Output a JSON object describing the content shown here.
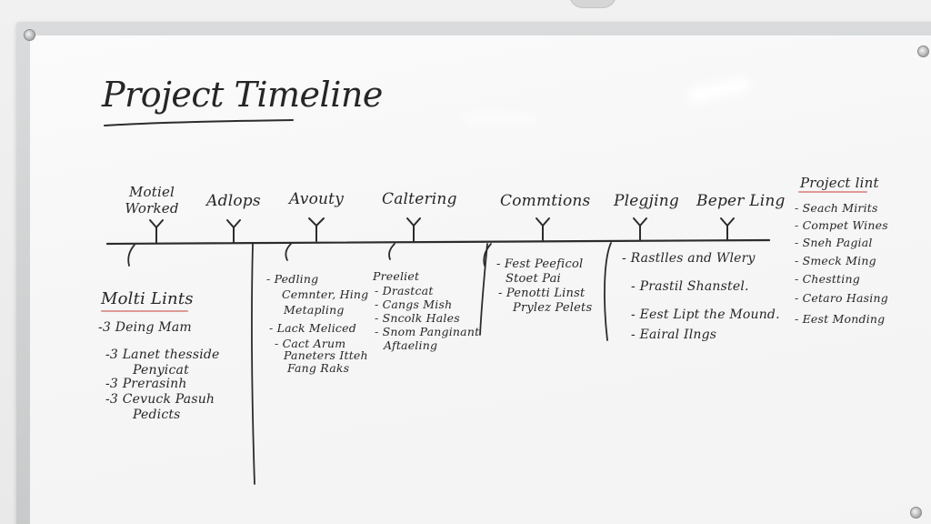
{
  "board": {
    "title": "Project Timeline",
    "milestones": [
      {
        "label": "Motiel\nWorked"
      },
      {
        "label": "Adlops"
      },
      {
        "label": "Avouty"
      },
      {
        "label": "Caltering"
      },
      {
        "label": "Commtions"
      },
      {
        "label": "Plegjing"
      },
      {
        "label": "Beper Ling"
      }
    ],
    "left_list": {
      "heading": "Molti Lints",
      "items": [
        "-3 Deing Mam",
        "-3 Lanet thesside",
        "Penyicat",
        "-3 Prerasinh",
        "-3 Cevuck Pasuh",
        "Pedicts"
      ]
    },
    "notes_1": [
      "- Pedling",
      "Cemnter, Hing",
      "Metapling",
      "- Lack Meliced",
      "- Cact Arum",
      "Paneters Itteh",
      "Fang Raks"
    ],
    "notes_2": [
      "Preeliet",
      "- Drastcat",
      "- Cangs Mish",
      "- Sncolk Hales",
      "- Snom Panginant",
      "Aftaeling"
    ],
    "notes_3": [
      "- Fest Peeficol",
      "Stoet Pai",
      "- Penotti Linst",
      "Prylez Pelets"
    ],
    "notes_4": [
      "- Rastlles and Wlery",
      "- Prastil Shanstel.",
      "- Eest Lipt the Mound.",
      "- Eairal Ilngs"
    ],
    "project_list": {
      "heading": "Project lint",
      "items": [
        "- Seach Mirits",
        "- Compet Wines",
        "- Sneh Pagial",
        "- Smeck Ming",
        "- Chestting",
        "- Cetaro Hasing",
        "- Eest Monding"
      ]
    },
    "colors": {
      "ink": "#2c2c2c",
      "accent_underline": "#d98a84",
      "frame": "#c8cacb",
      "surface": "#f7f7f7"
    }
  }
}
